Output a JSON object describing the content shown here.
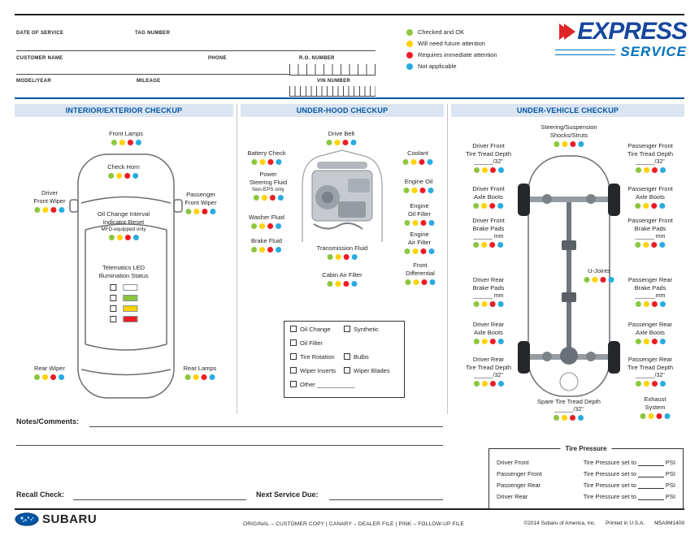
{
  "brand": {
    "express": "EXPRESS",
    "service": "SERVICE",
    "subaru": "SUBARU"
  },
  "header": {
    "fields": {
      "date_of_service": "DATE OF SERVICE",
      "tag_number": "TAG NUMBER",
      "customer_name": "CUSTOMER NAME",
      "phone": "PHONE",
      "ro_number": "R.O. NUMBER",
      "model_year": "MODEL/YEAR",
      "mileage": "MILEAGE",
      "vin_number": "VIN NUMBER"
    }
  },
  "legend": [
    {
      "label": "Checked and OK",
      "color": "#8cc63e"
    },
    {
      "label": "Will need future attention",
      "color": "#ffd200"
    },
    {
      "label": "Requires immediate attention",
      "color": "#ed1c24"
    },
    {
      "label": "Not applicable",
      "color": "#29abe2"
    }
  ],
  "sections": {
    "interior": {
      "title": "INTERIOR/EXTERIOR CHECKUP",
      "items": {
        "front_lamps": {
          "label": "Front Lamps"
        },
        "check_horn": {
          "label": "Check Horn"
        },
        "driver_front_wiper": {
          "label": "Driver\nFront Wiper"
        },
        "passenger_front_wiper": {
          "label": "Passenger\nFront Wiper"
        },
        "oil_change_interval": {
          "label": "Oil Change Interval\nIndicator Reset",
          "note": "MFD-equipped only"
        },
        "telematics": {
          "label": "Telematics LED\nIllumination Status",
          "led_colors": [
            "#ffffff",
            "#8cc63e",
            "#ffd200",
            "#ed1c24"
          ]
        },
        "rear_wiper": {
          "label": "Rear Wiper"
        },
        "rear_lamps": {
          "label": "Rear Lamps"
        }
      }
    },
    "under_hood": {
      "title": "UNDER-HOOD CHECKUP",
      "items": {
        "drive_belt": {
          "label": "Drive Belt"
        },
        "battery_check": {
          "label": "Battery Check"
        },
        "power_steering_fluid": {
          "label": "Power\nSteering Fluid",
          "note": "Non-EPS only"
        },
        "washer_fluid": {
          "label": "Washer Fluid"
        },
        "brake_fluid": {
          "label": "Brake Fluid"
        },
        "coolant": {
          "label": "Coolant"
        },
        "engine_oil": {
          "label": "Engine Oil"
        },
        "engine_oil_filter": {
          "label": "Engine\nOil Filter"
        },
        "engine_air_filter": {
          "label": "Engine\nAir Filter"
        },
        "front_differential": {
          "label": "Front\nDifferential"
        },
        "transmission_fluid": {
          "label": "Transmission Fluid"
        },
        "cabin_air_filter": {
          "label": "Cabin Air Filter"
        }
      },
      "checklist": {
        "items": [
          "Oil Change",
          "Synthetic",
          "Oil Filter",
          "Tire Rotation",
          "Bulbs",
          "Wiper Inserts",
          "Wiper Blades",
          "Other"
        ],
        "other_blank": "____________"
      }
    },
    "under_vehicle": {
      "title": "UNDER-VEHICLE CHECKUP",
      "items": {
        "steering_suspension": {
          "label": "Steering/Suspension\nShocks/Struts"
        },
        "driver_front_tread": {
          "label": "Driver Front\nTire Tread Depth",
          "blank": "______/32\""
        },
        "passenger_front_tread": {
          "label": "Passenger Front\nTire Tread Depth",
          "blank": "______/32\""
        },
        "driver_front_axle": {
          "label": "Driver Front\nAxle Boots"
        },
        "passenger_front_axle": {
          "label": "Passenger Front\nAxle Boots"
        },
        "driver_front_brake": {
          "label": "Driver Front\nBrake Pads",
          "blank": "______ mm"
        },
        "passenger_front_brake": {
          "label": "Passenger Front\nBrake Pads",
          "blank": "______ mm"
        },
        "driver_rear_brake": {
          "label": "Driver Rear\nBrake Pads",
          "blank": "______ mm"
        },
        "passenger_rear_brake": {
          "label": "Passenger Rear\nBrake Pads",
          "blank": "______ mm"
        },
        "u_joints": {
          "label": "U-Joints"
        },
        "driver_rear_axle": {
          "label": "Driver Rear\nAxle Boots"
        },
        "passenger_rear_axle": {
          "label": "Passenger Rear\nAxle Boots"
        },
        "driver_rear_tread": {
          "label": "Driver Rear\nTire Tread Depth",
          "blank": "______/32\""
        },
        "passenger_rear_tread": {
          "label": "Passenger Rear\nTire Tread Depth",
          "blank": "______/32\""
        },
        "spare_tread": {
          "label": "Spare Tire Tread Depth",
          "blank": "______/32\""
        },
        "exhaust": {
          "label": "Exhaust\nSystem"
        }
      },
      "tire_pressure": {
        "title": "Tire Pressure",
        "row_text": "Tire Pressure set to",
        "unit": "PSI",
        "rows": [
          "Driver Front",
          "Passenger Front",
          "Passenger Rear",
          "Driver Rear"
        ]
      }
    }
  },
  "notes": {
    "label": "Notes/Comments:"
  },
  "recall": {
    "label": "Recall Check:"
  },
  "next_service": {
    "label": "Next Service Due:"
  },
  "footer": {
    "distribution": "ORIGINAL – CUSTOMER COPY   |   CANARY – DEALER FILE   |   PINK – FOLLOW-UP FILE",
    "copyright": "©2014 Subaru of America, Inc.",
    "printed": "Printed in U.S.A.",
    "code": "M5A9M1409"
  }
}
